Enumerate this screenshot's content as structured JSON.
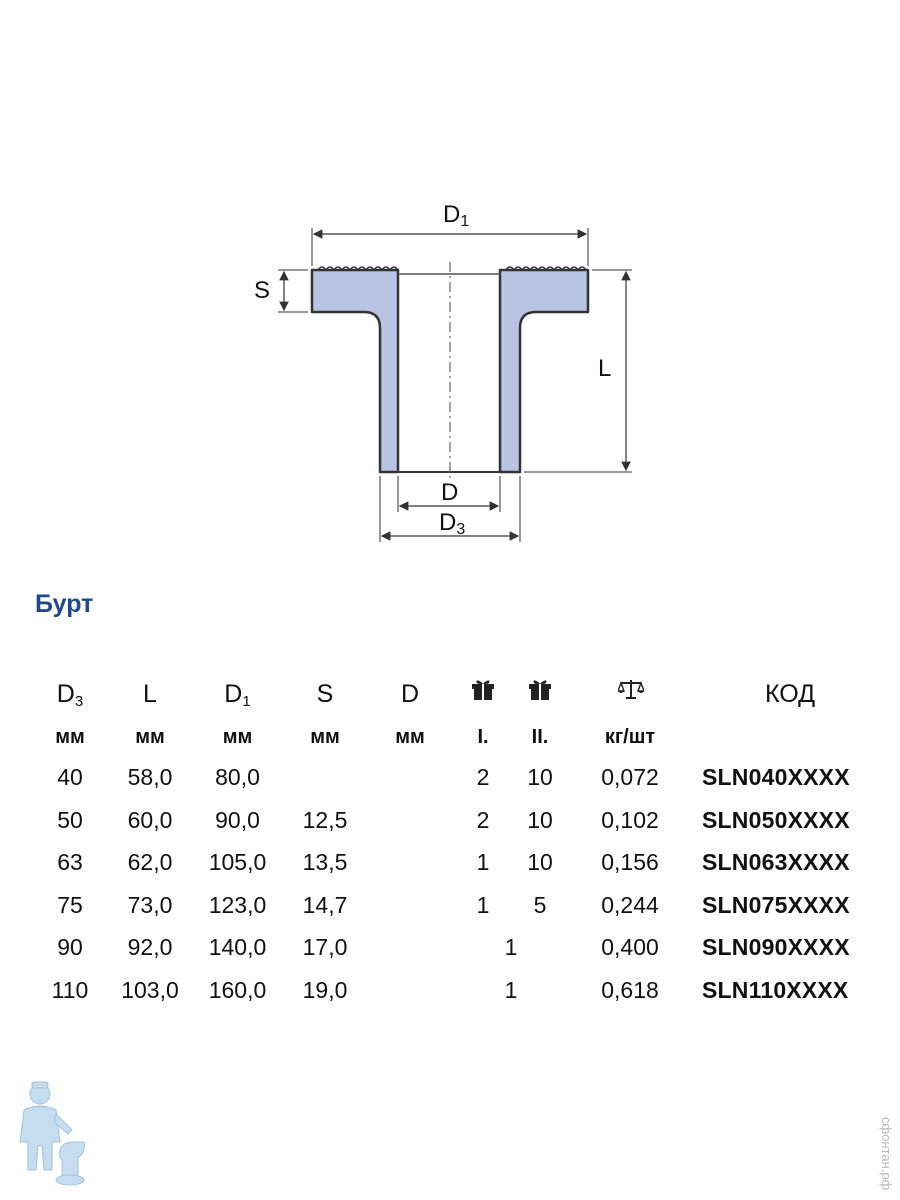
{
  "diagram": {
    "label_d1": "D",
    "label_d1_sub": "1",
    "label_s": "S",
    "label_l": "L",
    "label_d": "D",
    "label_d3": "D",
    "label_d3_sub": "3"
  },
  "colors": {
    "fitting_fill": "#b9c4e4",
    "title": "#1e4a8c"
  },
  "title": "Бурт",
  "table": {
    "headers": {
      "d3": "D",
      "d3_sub": "3",
      "l": "L",
      "d1": "D",
      "d1_sub": "1",
      "s": "S",
      "d": "D",
      "pack1_icon": "gift-icon",
      "pack2_icon": "gift-icon",
      "weight_icon": "scale-icon",
      "code": "КОД"
    },
    "units": {
      "d3": "мм",
      "l": "мм",
      "d1": "мм",
      "s": "мм",
      "d": "мм",
      "pack1": "I.",
      "pack2": "II.",
      "weight": "кг/шт"
    },
    "rows": [
      {
        "d3": "40",
        "l": "58,0",
        "d1": "80,0",
        "s": "",
        "d": "",
        "p1": "2",
        "p2": "10",
        "pm": "",
        "w": "0,072",
        "code": "SLN040XXXX"
      },
      {
        "d3": "50",
        "l": "60,0",
        "d1": "90,0",
        "s": "12,5",
        "d": "",
        "p1": "2",
        "p2": "10",
        "pm": "",
        "w": "0,102",
        "code": "SLN050XXXX"
      },
      {
        "d3": "63",
        "l": "62,0",
        "d1": "105,0",
        "s": "13,5",
        "d": "",
        "p1": "1",
        "p2": "10",
        "pm": "",
        "w": "0,156",
        "code": "SLN063XXXX"
      },
      {
        "d3": "75",
        "l": "73,0",
        "d1": "123,0",
        "s": "14,7",
        "d": "",
        "p1": "1",
        "p2": "5",
        "pm": "",
        "w": "0,244",
        "code": "SLN075XXXX"
      },
      {
        "d3": "90",
        "l": "92,0",
        "d1": "140,0",
        "s": "17,0",
        "d": "",
        "p1": "",
        "p2": "",
        "pm": "1",
        "w": "0,400",
        "code": "SLN090XXXX"
      },
      {
        "d3": "110",
        "l": "103,0",
        "d1": "160,0",
        "s": "19,0",
        "d": "",
        "p1": "",
        "p2": "",
        "pm": "1",
        "w": "0,618",
        "code": "SLN110XXXX"
      }
    ]
  },
  "watermark": "сфонтан.рф",
  "mascot_icon": "plumber-mascot-icon"
}
